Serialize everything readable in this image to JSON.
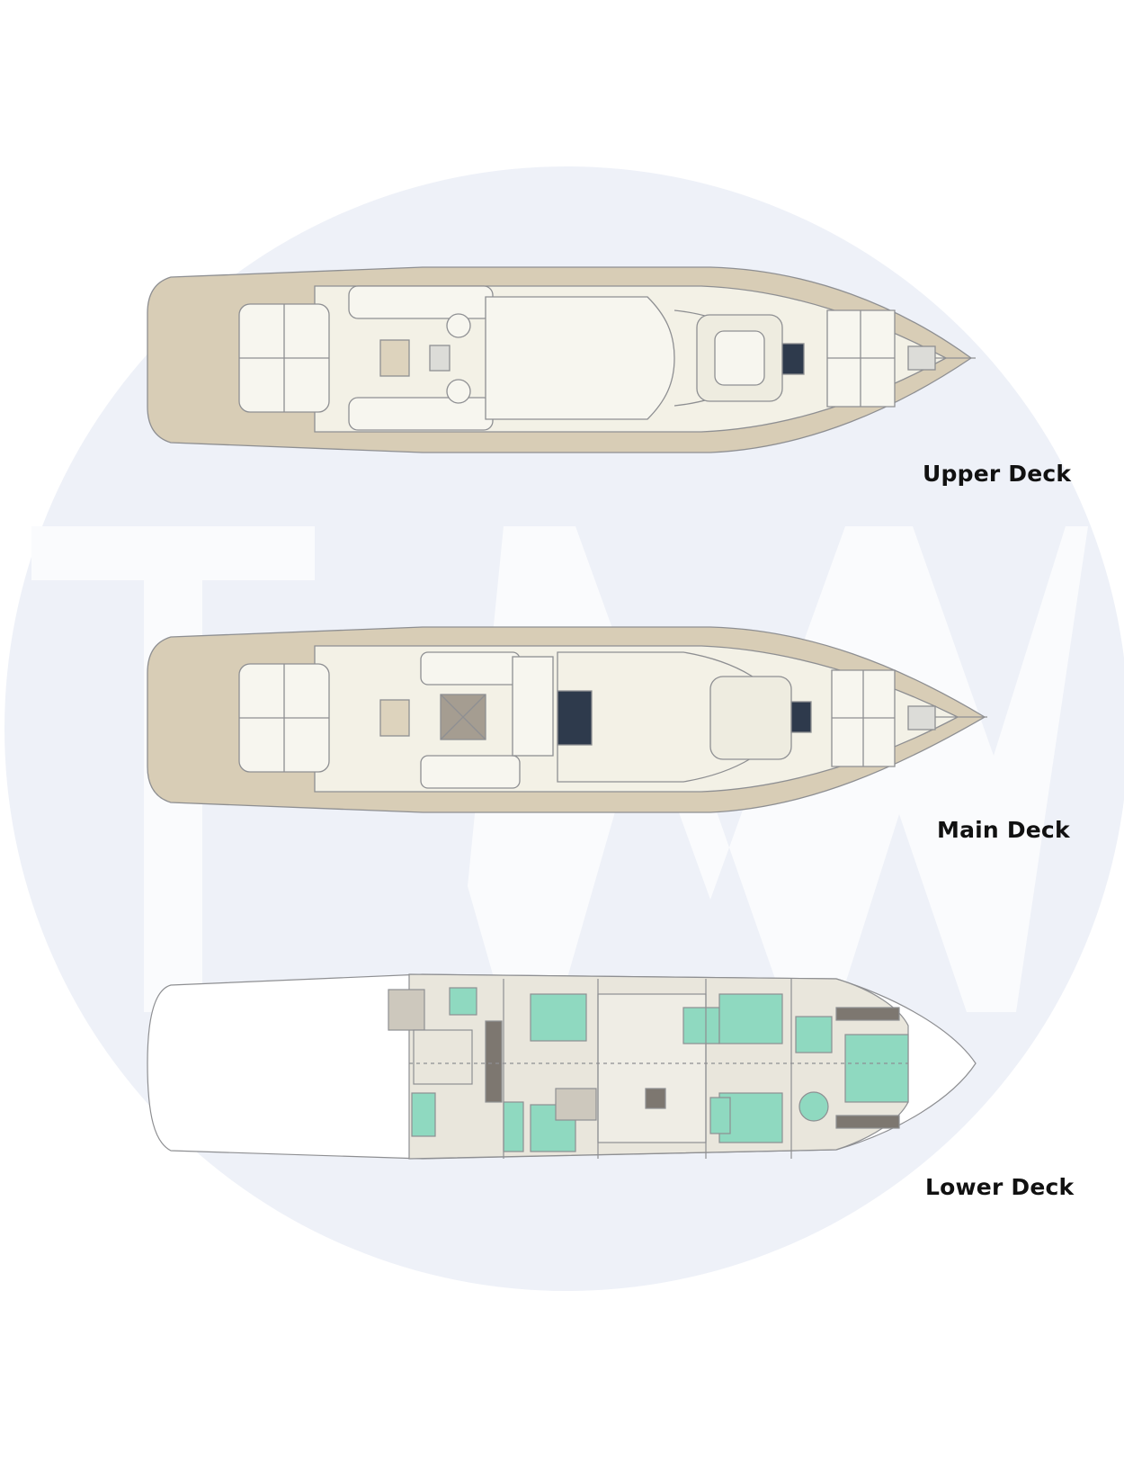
{
  "watermark": {
    "text": "TW",
    "circle_color": "#eef1f8",
    "letter_color": "#fafbfd"
  },
  "decks": [
    {
      "id": "upper",
      "label": "Upper Deck"
    },
    {
      "id": "main",
      "label": "Main Deck"
    },
    {
      "id": "lower",
      "label": "Lower Deck"
    }
  ],
  "colors": {
    "teak": "#d8cdb6",
    "cream": "#f3f1e6",
    "hull_line": "#8e8f92",
    "navy": "#2e3a4c",
    "cabin_green": "#8fd9c0",
    "cabin_beige": "#e9e6dc",
    "dark_grey": "#7d7770"
  }
}
